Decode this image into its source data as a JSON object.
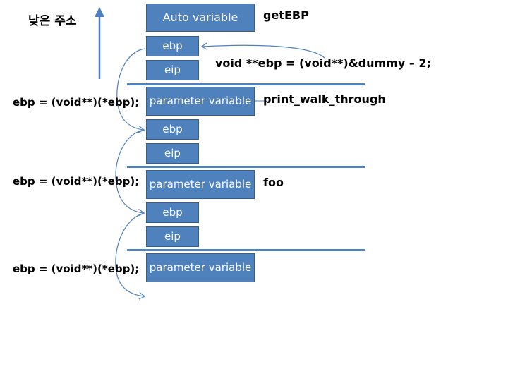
{
  "direction_label": "낮은 주소",
  "frames": {
    "getEBP": {
      "name": "getEBP",
      "auto_variable": "Auto variable",
      "ebp": "ebp",
      "eip": "eip",
      "code": "void **ebp = (void**)&dummy – 2;"
    },
    "print_walk_through": {
      "name": "print_walk_through",
      "parameter": "parameter variable",
      "ebp": "ebp",
      "eip": "eip"
    },
    "foo": {
      "name": "foo",
      "parameter": "parameter variable",
      "ebp": "ebp",
      "eip": "eip"
    },
    "caller": {
      "parameter": "parameter variable"
    }
  },
  "walk_statements": [
    "ebp = (void**)(*ebp);",
    "ebp = (void**)(*ebp);",
    "ebp = (void**)(*ebp);"
  ],
  "colors": {
    "box_fill": "#4f81bd",
    "box_border": "#385d8a",
    "arrow": "#4f81bd",
    "text": "#000000"
  }
}
